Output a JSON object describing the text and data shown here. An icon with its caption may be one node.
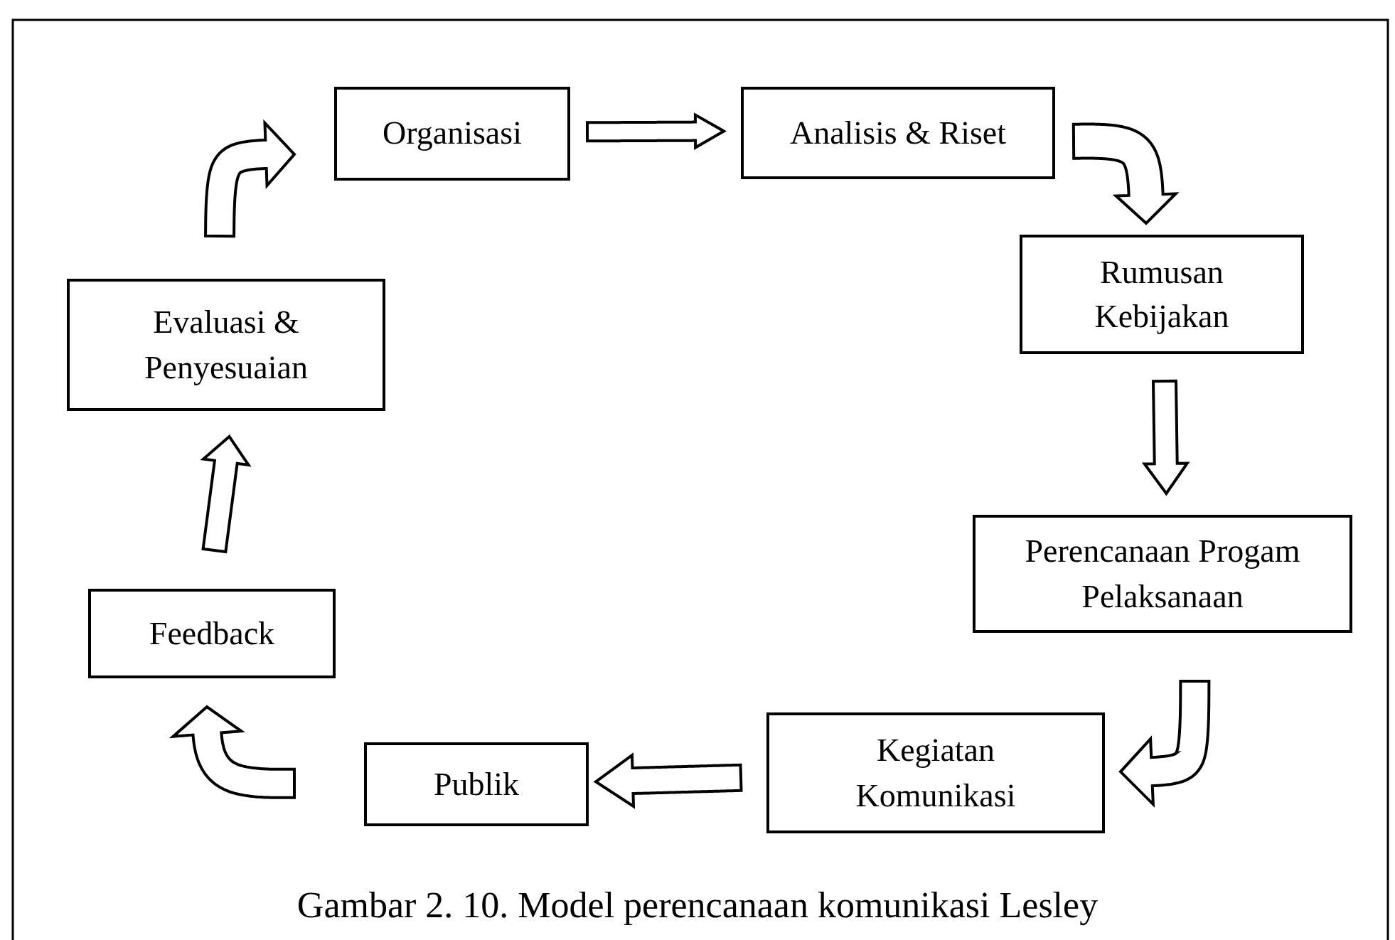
{
  "diagram": {
    "caption": "Gambar 2. 10. Model perencanaan komunikasi Lesley",
    "nodes": [
      {
        "text": [
          "Organisasi"
        ]
      },
      {
        "text": [
          "Analisis & Riset"
        ]
      },
      {
        "text": [
          "Rumusan Kebijakan"
        ]
      },
      {
        "text": [
          "Perencanaan Progam Pelaksanaan"
        ]
      },
      {
        "text": [
          "Kegiatan Komunikasi"
        ]
      },
      {
        "text": [
          "Publik"
        ]
      },
      {
        "text": [
          "Feedback"
        ]
      },
      {
        "text": [
          "Evaluasi & Penyesuaian"
        ]
      }
    ],
    "edges": [
      {
        "from": 0,
        "to": 1,
        "arrow": "to"
      },
      {
        "from": 1,
        "to": 2,
        "arrow": "to"
      },
      {
        "from": 2,
        "to": 3,
        "arrow": "to"
      },
      {
        "from": 3,
        "to": 4,
        "arrow": "to"
      },
      {
        "from": 4,
        "to": 5,
        "arrow": "to"
      },
      {
        "from": 5,
        "to": 6,
        "arrow": "to"
      },
      {
        "from": 6,
        "to": 7,
        "arrow": "to"
      },
      {
        "from": 7,
        "to": 0,
        "arrow": "to"
      }
    ]
  }
}
